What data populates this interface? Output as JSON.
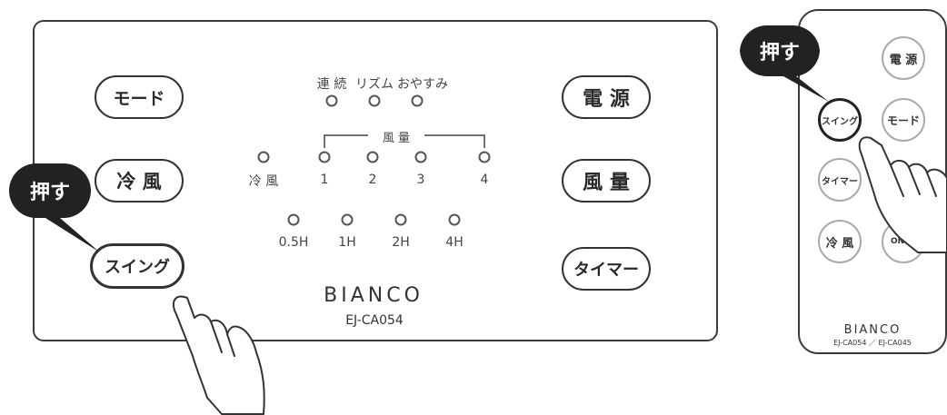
{
  "panel": {
    "buttons": {
      "mode": "モード",
      "cool": "冷 風",
      "swing": "スイング",
      "power": "電 源",
      "airflow": "風 量",
      "timer": "タイマー"
    },
    "mode_leds": [
      "連 続",
      "リズム",
      "おやすみ"
    ],
    "airflow_bracket_label": "風 量",
    "cool_led_label": "冷 風",
    "airflow_levels": [
      "1",
      "2",
      "3",
      "4"
    ],
    "timer_levels": [
      "0.5H",
      "1H",
      "2H",
      "4H"
    ],
    "brand": "BIANCO",
    "model": "EJ-CA054"
  },
  "callouts": {
    "panel_press": "押す",
    "remote_press": "押す"
  },
  "remote": {
    "buttons": {
      "power": "電 源",
      "swing": "スイング",
      "mode": "モード",
      "timer": "タイマー",
      "cool": "冷 風",
      "on_partial": "ON"
    },
    "brand": "BIANCO",
    "models": "EJ-CA054 ／ EJ-CA045"
  },
  "colors": {
    "outline": "#333333",
    "callout": "#222222",
    "remote_button_border": "#aaaaaa"
  }
}
